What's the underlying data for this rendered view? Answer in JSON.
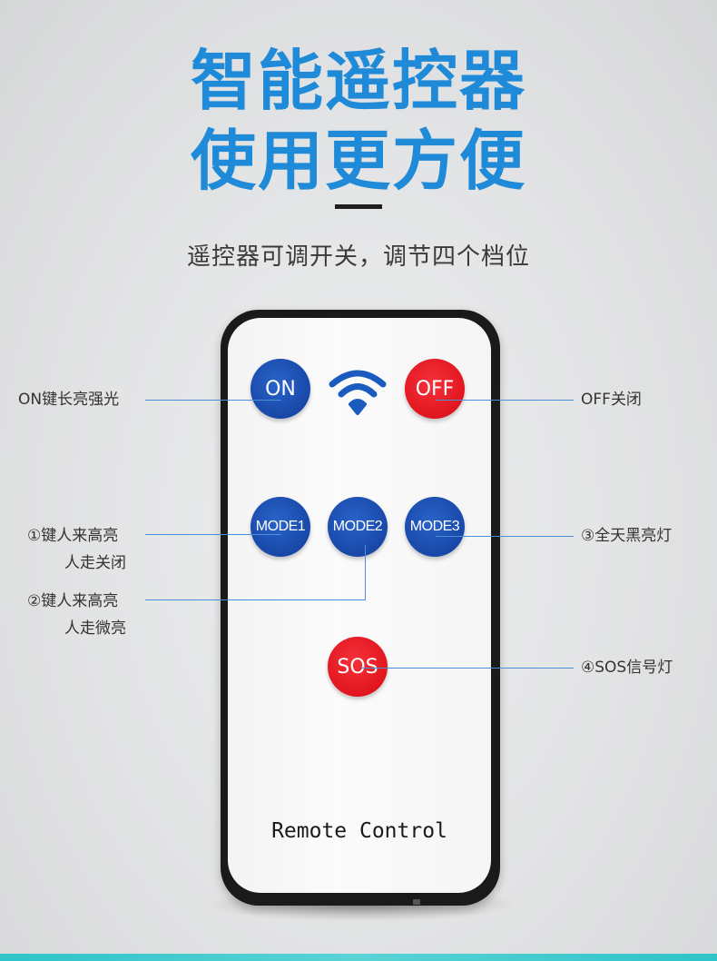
{
  "header": {
    "title_line1": "智能遥控器",
    "title_line2": "使用更方便",
    "subtitle": "遥控器可调开关，调节四个档位"
  },
  "remote": {
    "buttons": {
      "on": "ON",
      "off": "OFF",
      "mode1": "MODE1",
      "mode2": "MODE2",
      "mode3": "MODE3",
      "sos": "SOS"
    },
    "label": "Remote Control"
  },
  "annotations": {
    "on": "ON键长亮强光",
    "off": "OFF关闭",
    "mode1_line1": "①键人来高亮",
    "mode1_line2": "人走关闭",
    "mode2_line1": "②键人来高亮",
    "mode2_line2": "人走微亮",
    "mode3": "③全天黑亮灯",
    "sos": "④SOS信号灯"
  },
  "colors": {
    "title": "#1f8bd8",
    "button_blue": "#1848a8",
    "button_red": "#e1151e",
    "annotation_line": "#4a90d9",
    "bottom_strip": "#2ec4c8"
  },
  "icons": [
    "wifi-signal-icon"
  ]
}
